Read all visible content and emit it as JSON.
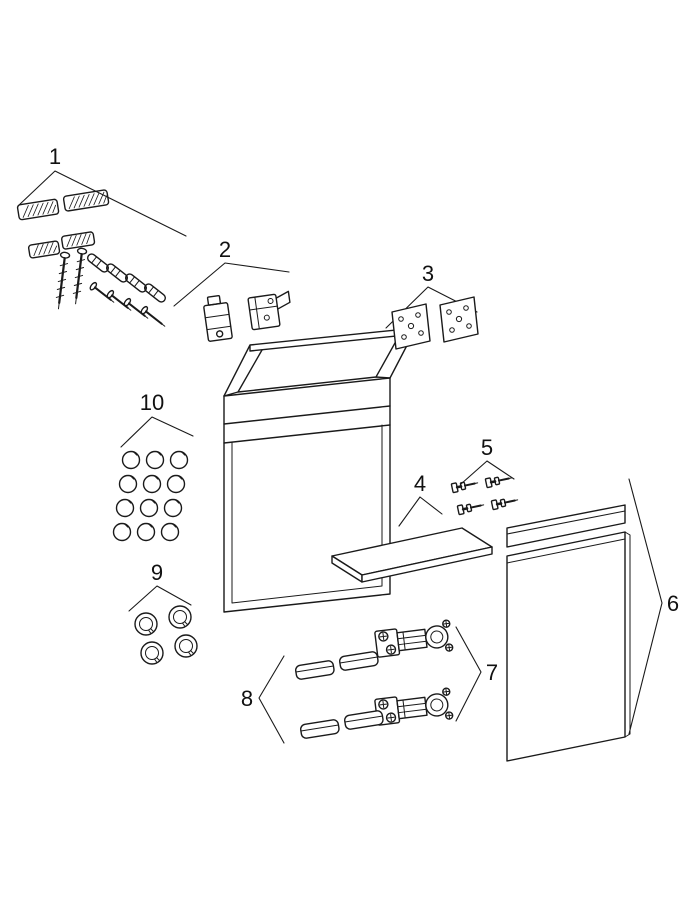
{
  "diagram": {
    "kind": "exploded-spare-parts-diagram",
    "subject": "washbasin-cabinet",
    "colors": {
      "background": "#ffffff",
      "line": "#1a1a1a",
      "label": "#111111"
    },
    "parts": [
      {
        "number": "1",
        "name": "wall-fixing-hardware-set"
      },
      {
        "number": "2",
        "name": "fastening-fittings"
      },
      {
        "number": "3",
        "name": "mounting-plates"
      },
      {
        "number": "4",
        "name": "shelf-panel"
      },
      {
        "number": "5",
        "name": "connecting-bolts"
      },
      {
        "number": "6",
        "name": "door-front-panels"
      },
      {
        "number": "7",
        "name": "door-hinges"
      },
      {
        "number": "8",
        "name": "cover-strips"
      },
      {
        "number": "9",
        "name": "fastening-rings"
      },
      {
        "number": "10",
        "name": "cover-caps"
      }
    ]
  }
}
